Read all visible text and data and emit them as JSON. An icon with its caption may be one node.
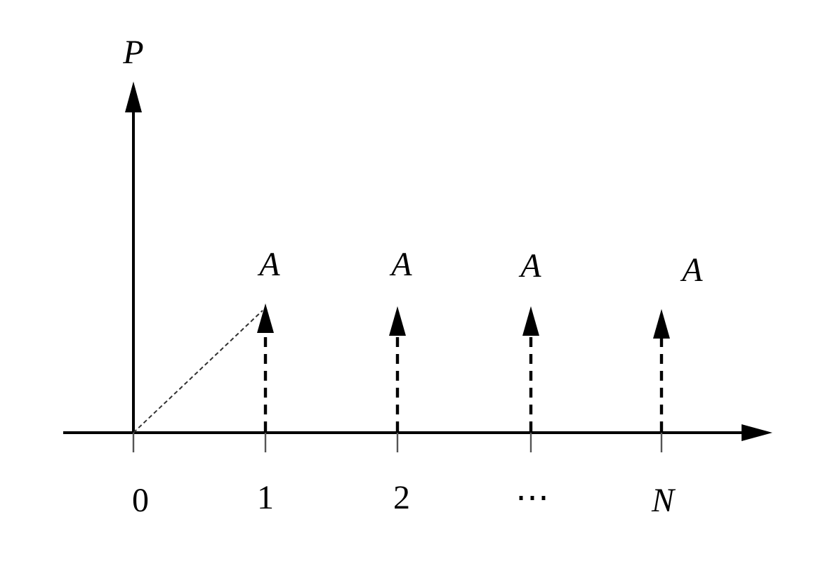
{
  "diagram": {
    "labels": [
      "P",
      "A",
      "A",
      "A",
      "A",
      "0",
      "1",
      "2",
      "⋯",
      "N"
    ]
  }
}
